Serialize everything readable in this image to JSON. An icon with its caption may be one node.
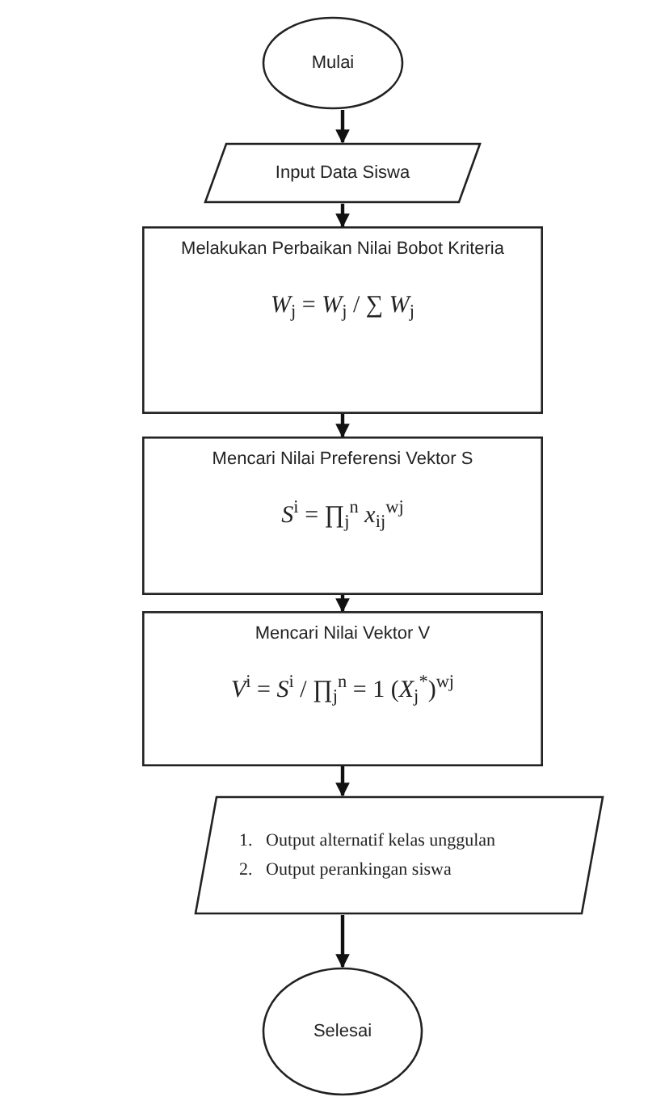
{
  "diagram": {
    "nodes": [
      {
        "text": [
          "Mulai"
        ]
      },
      {
        "text": [
          "Input Data Siswa"
        ]
      },
      {
        "text": [
          "Melakukan Perbaikan Nilai Bobot Kriteria",
          "*W*$_{j}$ = *W*$_{j}$ / ∑ *W*$_{j}$"
        ]
      },
      {
        "text": [
          "Mencari Nilai Preferensi Vektor S",
          "*S*$^{i}$ = ∏$_{j}$$^{n}$ *x*$_{ij}$$^{wj}$"
        ]
      },
      {
        "text": [
          "Mencari Nilai Vektor V",
          "*V*$^{i}$ = *S*$^{i}$ / ∏$_{j}$$^{n}$ = 1 (*X*$_{j}$$^{*}$)$^{wj}$"
        ]
      },
      {
        "text": [
          "1.   Output alternatif kelas unggulan",
          "2.   Output perankingan siswa"
        ]
      },
      {
        "text": [
          "Selesai"
        ]
      }
    ],
    "edges": [
      {
        "from": 0,
        "to": 1,
        "arrow": "to"
      },
      {
        "from": 1,
        "to": 2,
        "arrow": "to"
      },
      {
        "from": 2,
        "to": 3,
        "arrow": "to"
      },
      {
        "from": 3,
        "to": 4,
        "arrow": "to"
      },
      {
        "from": 4,
        "to": 5,
        "arrow": "to"
      },
      {
        "from": 5,
        "to": 6,
        "arrow": "to"
      }
    ]
  }
}
